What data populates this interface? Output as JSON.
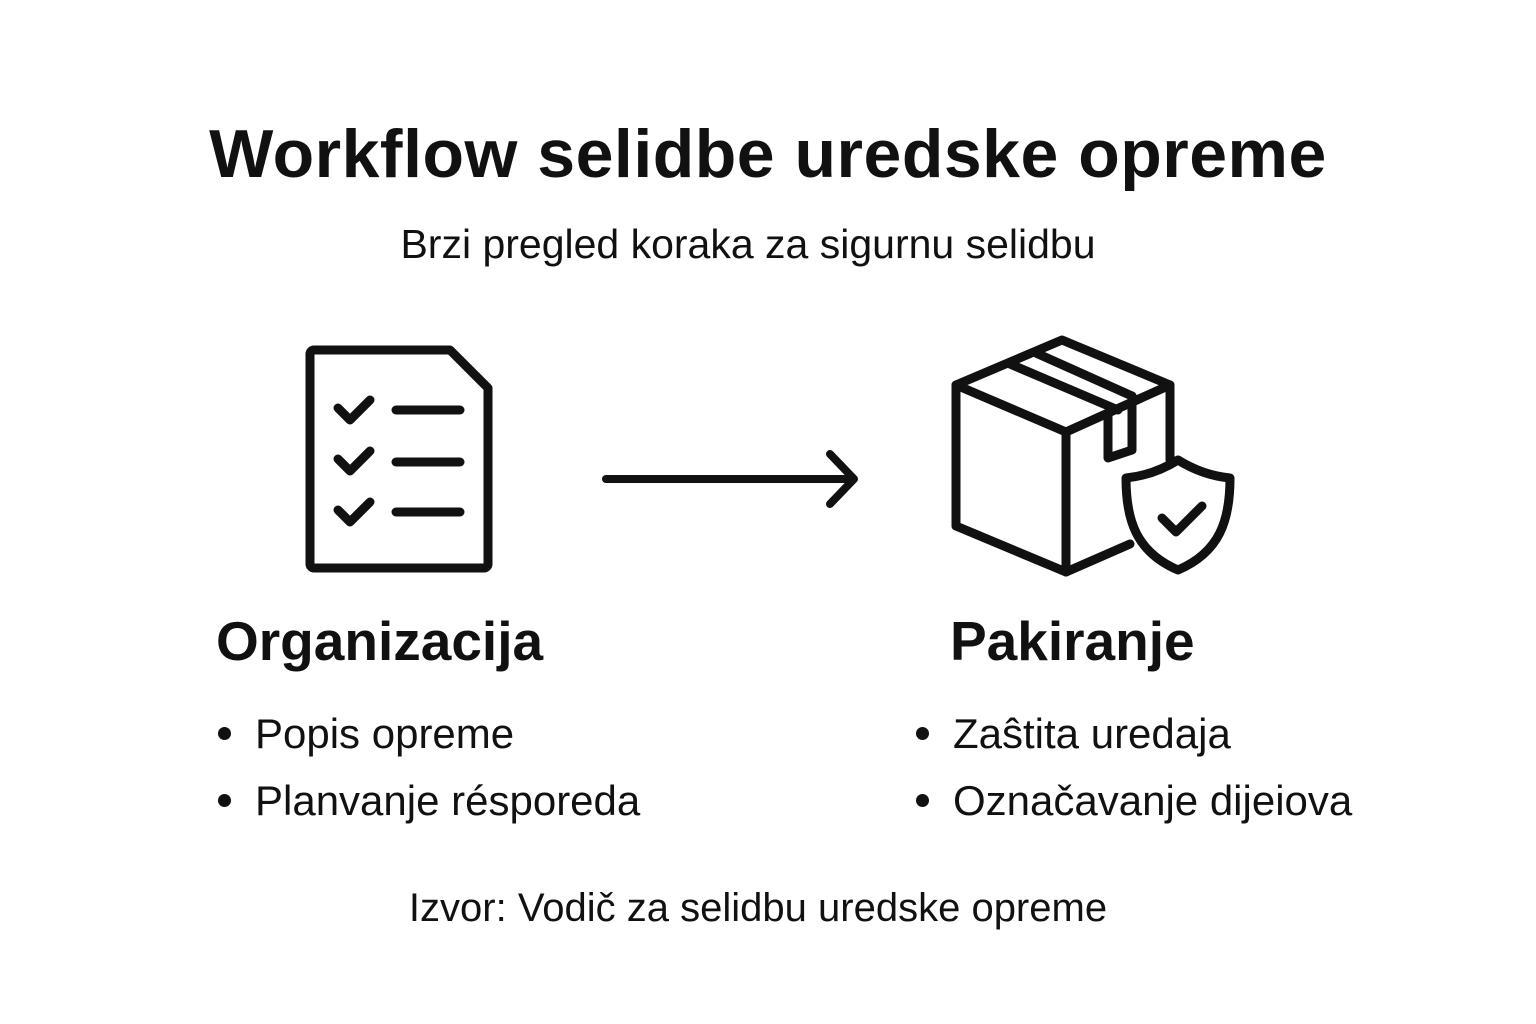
{
  "header": {
    "title": "Workflow selidbe uredske opreme",
    "subtitle": "Brzi pregled koraka za sigurnu selidbu"
  },
  "steps": [
    {
      "icon": "checklist-icon",
      "heading": "Organizacija",
      "items": [
        "Popis opreme",
        "Planvanje résporeda"
      ]
    },
    {
      "icon": "box-shield-icon",
      "heading": "Pakiranje",
      "items": [
        "Zaŝtita uredaja",
        "Označavanje dijeiova"
      ]
    }
  ],
  "connector": {
    "icon": "arrow-right-icon"
  },
  "footer": {
    "source": "Izvor: Vodič za selidbu uredske opreme"
  },
  "colors": {
    "background": "#ffffff",
    "foreground": "#111111"
  }
}
